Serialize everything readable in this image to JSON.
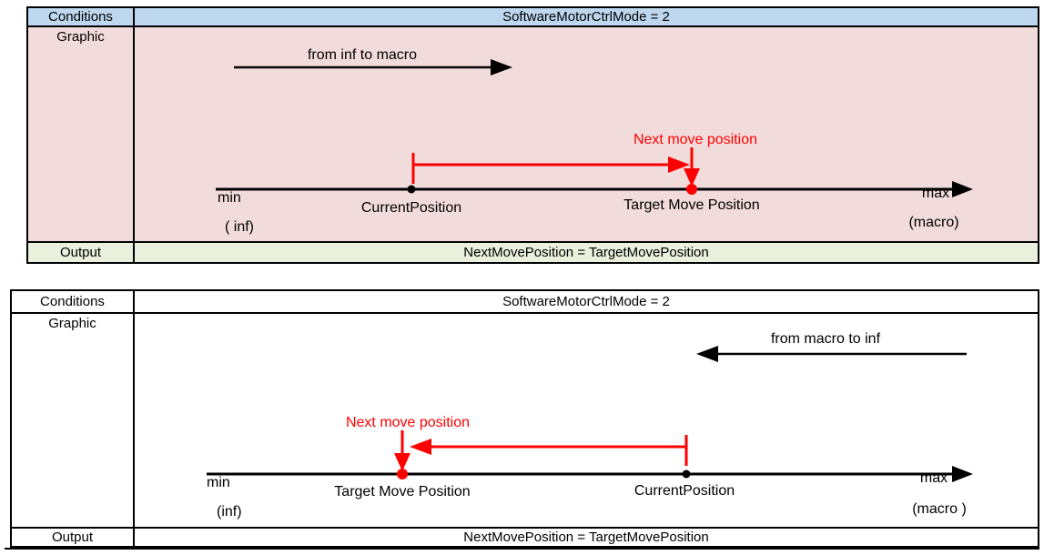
{
  "colors": {
    "header_blue": "#bdd7ee",
    "graphic_pink": "#f2dcdb",
    "output_green": "#e9f0dc",
    "red": "#ff0000"
  },
  "table1": {
    "conditions_label": "Conditions",
    "conditions_value": "SoftwareMotorCtrlMode = 2",
    "graphic_label": "Graphic",
    "output_label": "Output",
    "output_value": "NextMovePosition = TargetMovePosition",
    "diagram": {
      "direction_label": "from inf to macro",
      "next_move_label": "Next move position",
      "min_label": "min",
      "min_sub": "( inf)",
      "max_label": "max",
      "max_sub": "(macro)",
      "current_label": "CurrentPosition",
      "target_label": "Target Move Position"
    }
  },
  "table2": {
    "conditions_label": "Conditions",
    "conditions_value": "SoftwareMotorCtrlMode = 2",
    "graphic_label": "Graphic",
    "output_label": "Output",
    "output_value": "NextMovePosition = TargetMovePosition",
    "diagram": {
      "direction_label": "from macro to inf",
      "next_move_label": "Next move position",
      "min_label": "min",
      "min_sub": "(inf)",
      "max_label": "max",
      "max_sub": "(macro )",
      "current_label": "CurrentPosition",
      "target_label": "Target Move Position"
    }
  }
}
